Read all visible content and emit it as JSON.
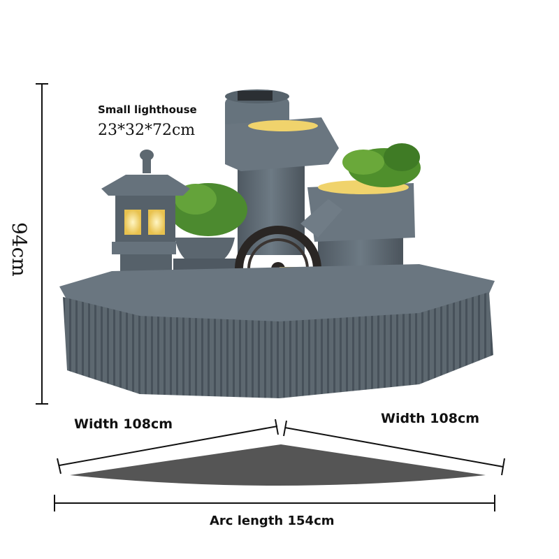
{
  "lighthouse": {
    "title": "Small lighthouse",
    "dimensions": "23*32*72cm"
  },
  "height": "94cm",
  "width_left": "Width 108cm",
  "width_right": "Width 108cm",
  "arc_length": "Arc length 154cm",
  "colors": {
    "stone": "#5f6b75",
    "stone_dark": "#3f4850",
    "water": "#8fc3cf",
    "glow": "#f1d36a",
    "plant": "#4c8a2f",
    "wheel": "#2a2624"
  }
}
